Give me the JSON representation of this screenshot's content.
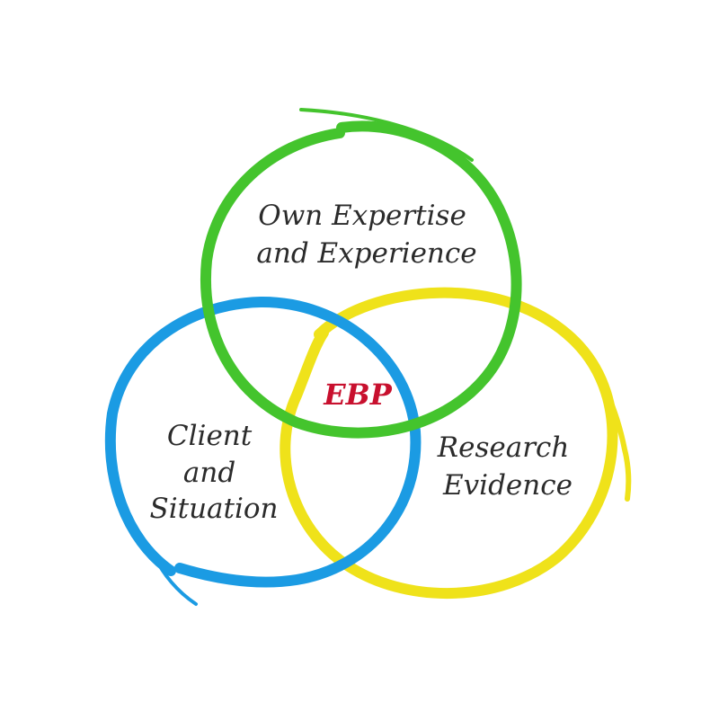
{
  "diagram": {
    "circles": [
      {
        "id": "expertise",
        "color": "#44c42d",
        "label_lines": [
          "Own Expertise",
          "and Experience"
        ]
      },
      {
        "id": "client",
        "color": "#1b9be3",
        "label_lines": [
          "Client",
          "and",
          "Situation"
        ]
      },
      {
        "id": "research",
        "color": "#efe21a",
        "label_lines": [
          "Research",
          "Evidence"
        ]
      }
    ],
    "center": {
      "label": "EBP",
      "color": "#c8102e"
    }
  }
}
